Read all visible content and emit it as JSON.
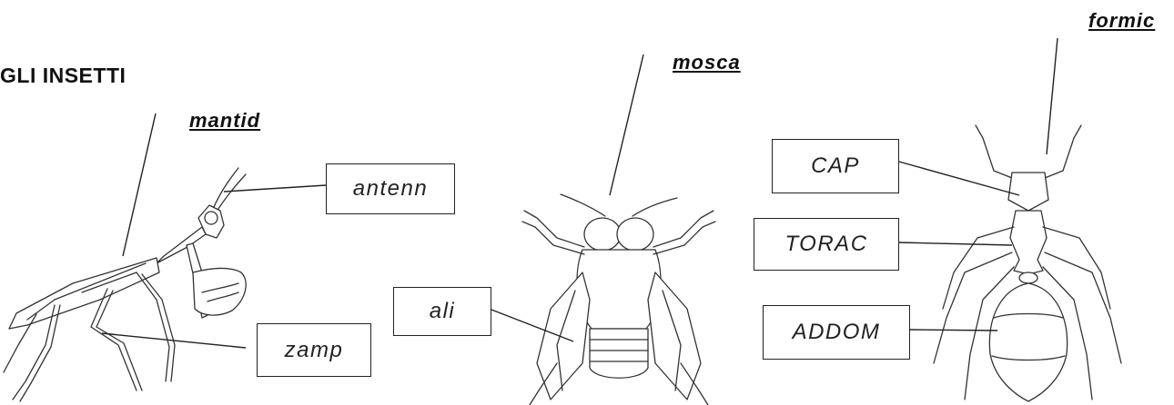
{
  "heading": "GLI INSETTI",
  "insects": {
    "mantid": {
      "title": "mantid",
      "labels": {
        "antenna": "antenn",
        "legs": "zamp"
      }
    },
    "fly": {
      "title": "mosca",
      "labels": {
        "wings": "ali"
      }
    },
    "ant": {
      "title": "formic",
      "labels": {
        "head": "CAP",
        "thorax": "TORAC",
        "abdomen": "ADDOM"
      }
    }
  }
}
